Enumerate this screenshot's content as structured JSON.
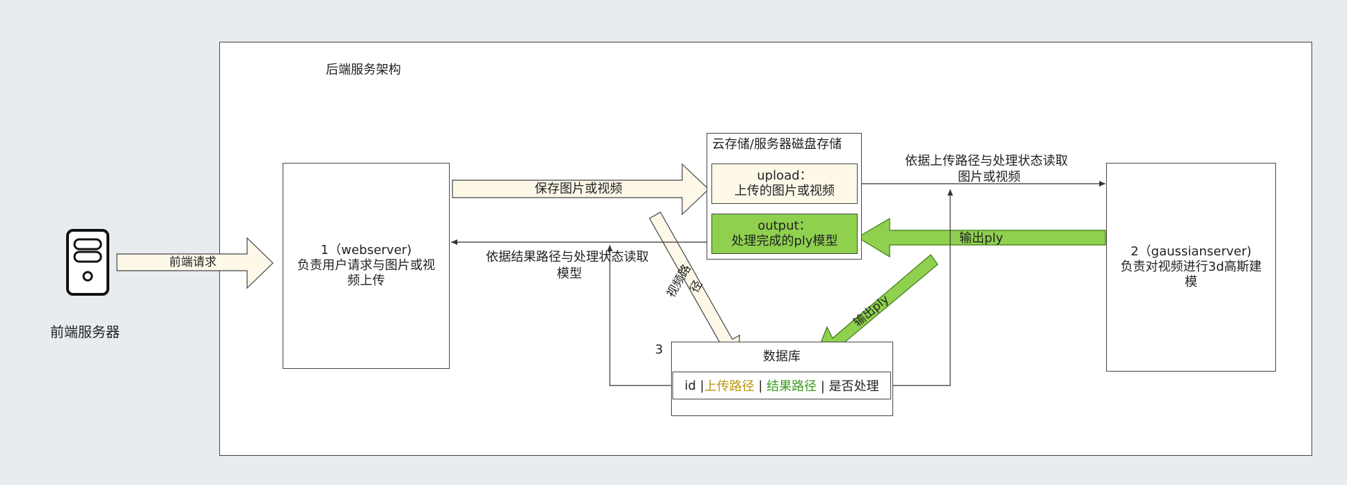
{
  "backend": {
    "title": "后端服务架构"
  },
  "frontend": {
    "label": "前端服务器",
    "request_label": "前端请求"
  },
  "webserver": {
    "line1": "1（webserver)",
    "line2": "负责用户请求与图片或视",
    "line3": "频上传"
  },
  "storage": {
    "title": "云存储/服务器磁盘存储",
    "upload": {
      "line1": "upload：",
      "line2": "上传的图片或视频"
    },
    "output": {
      "line1": "output：",
      "line2": "处理完成的ply模型"
    }
  },
  "gaussian": {
    "line1": "2（gaussianserver)",
    "line2": "负责对视频进行3d高斯建",
    "line3": "模"
  },
  "database": {
    "number": "3",
    "title": "数据库",
    "fields": {
      "id": "id |",
      "upload": "上传路径",
      "sep1": " | ",
      "result": "结果路径",
      "sep2": " | 是否处理"
    }
  },
  "arrows": {
    "save": "保存图片或视频",
    "read_upload_1": "依据上传路径与处理状态读取",
    "read_upload_2": "图片或视频",
    "read_result_1": "依据结果路径与处理状态读取",
    "read_result_2": "模型",
    "video_path_1": "视频路",
    "video_path_2": "径",
    "output_ply": "输出ply",
    "output_ply_diag": "输出ply"
  },
  "colors": {
    "cream": "#fdf8e8",
    "green": "#8fd14f",
    "upload_text": "#b8960c",
    "result_text": "#3c9a1f"
  }
}
